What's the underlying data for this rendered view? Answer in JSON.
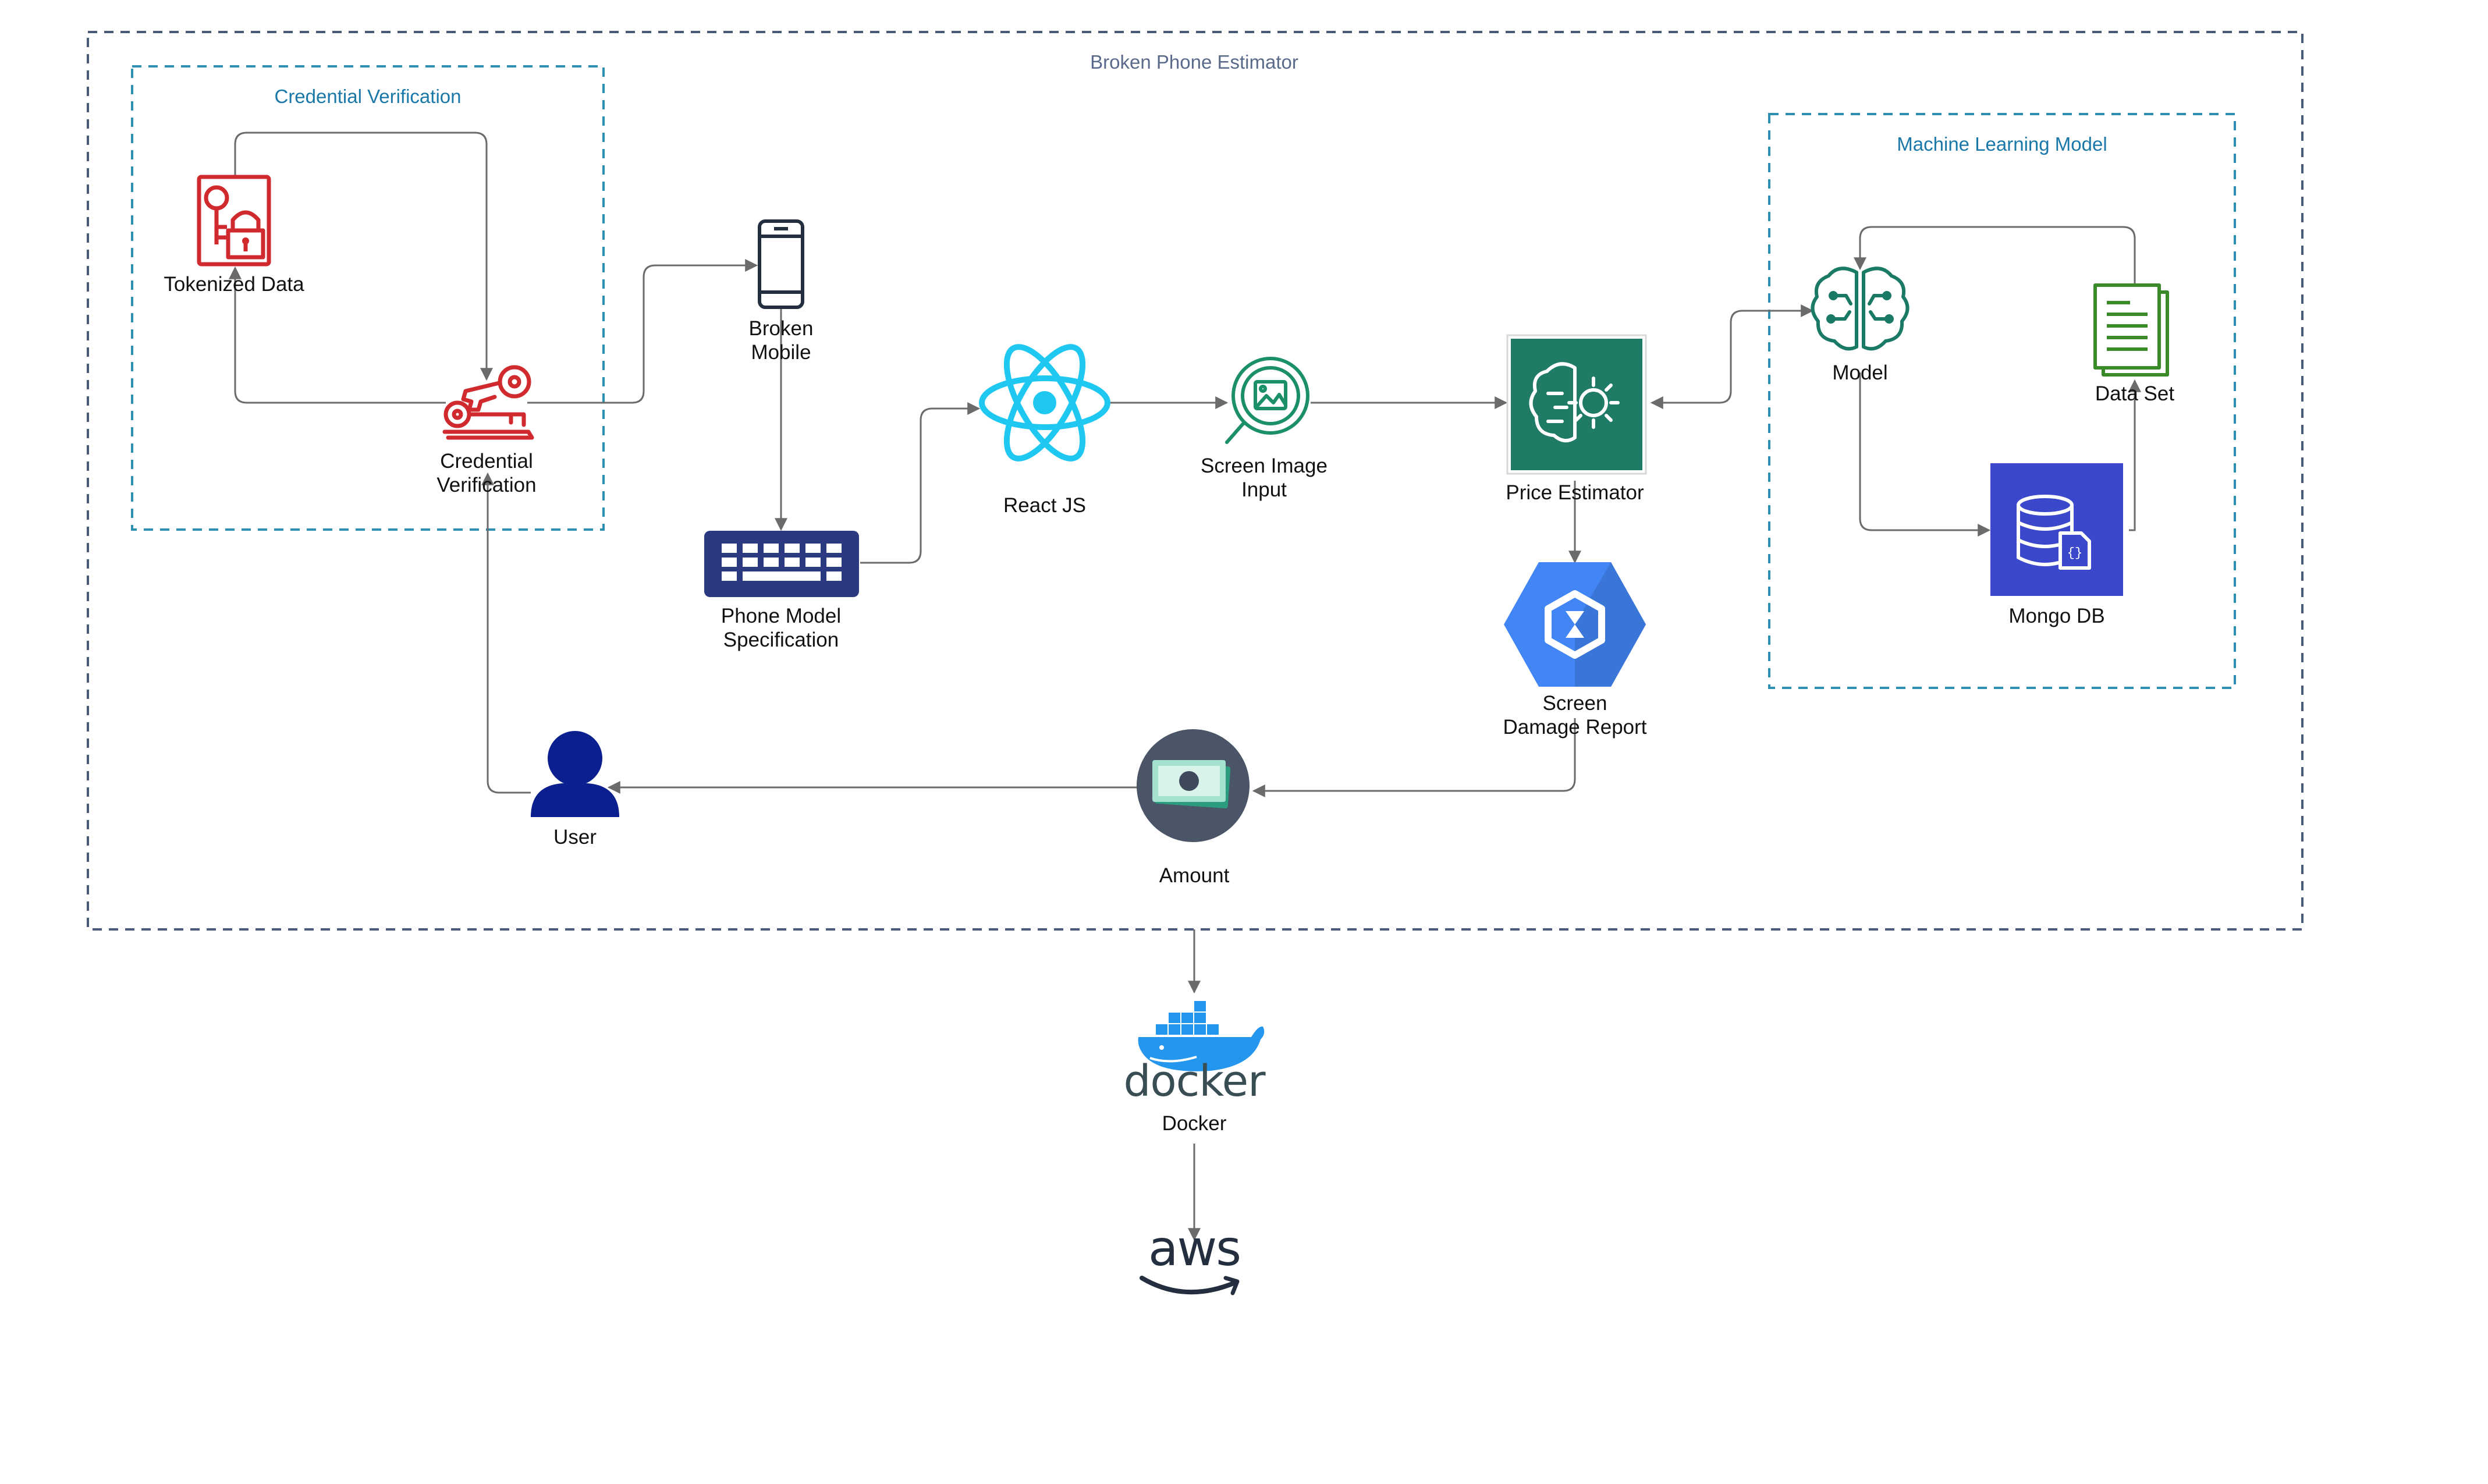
{
  "groups": {
    "outer": {
      "title": "Broken Phone Estimator",
      "border_color": "#4a5a7a",
      "title_color": "#5a6a8a"
    },
    "credential": {
      "title": "Credential Verification",
      "border_color": "#2f8fb0",
      "title_color": "#1a78a8"
    },
    "ml": {
      "title": "Machine Learning Model",
      "border_color": "#2f8fb0",
      "title_color": "#1a78a8"
    }
  },
  "nodes": {
    "tokenized_data": {
      "label": "Tokenized Data",
      "icon": "key-lock-file-icon",
      "color": "#d02a2f"
    },
    "credential_verification": {
      "line1": "Credential",
      "line2": "Verification",
      "icon": "keys-icon",
      "color": "#d02a2f"
    },
    "broken_mobile": {
      "line1": "Broken",
      "line2": "Mobile",
      "icon": "mobile-phone-icon",
      "color": "#232f3e"
    },
    "phone_model_spec": {
      "line1": "Phone Model",
      "line2": "Specification",
      "icon": "keyboard-icon",
      "color": "#2b3a80"
    },
    "react_js": {
      "label": "React JS",
      "icon": "react-icon",
      "color": "#1fc8f0"
    },
    "screen_image_input": {
      "line1": "Screen Image",
      "line2": "Input",
      "icon": "image-search-icon",
      "color": "#1a8f6a"
    },
    "price_estimator": {
      "label": "Price Estimator",
      "icon": "brain-gear-icon",
      "color": "#1f7a66"
    },
    "screen_damage_report": {
      "line1": "Screen",
      "line2": "Damage Report",
      "icon": "hexagon-service-icon",
      "color": "#4285f4"
    },
    "amount": {
      "label": "Amount",
      "icon": "money-icon",
      "color": "#4a5668"
    },
    "user": {
      "label": "User",
      "icon": "user-icon",
      "color": "#0b1f8f"
    },
    "model": {
      "label": "Model",
      "icon": "neural-brain-icon",
      "color": "#1a7a66"
    },
    "data_set": {
      "label": "Data Set",
      "icon": "document-stack-icon",
      "color": "#3a8a2a"
    },
    "mongo_db": {
      "label": "Mongo DB",
      "icon": "database-icon",
      "color": "#3b48cc"
    },
    "docker": {
      "wordmark": "docker",
      "label": "Docker",
      "icon": "docker-whale-icon",
      "color": "#2496ed"
    },
    "aws": {
      "wordmark": "aws",
      "icon": "aws-logo-icon",
      "color": "#232f3e"
    }
  },
  "connector_color": "#6b6b6b"
}
